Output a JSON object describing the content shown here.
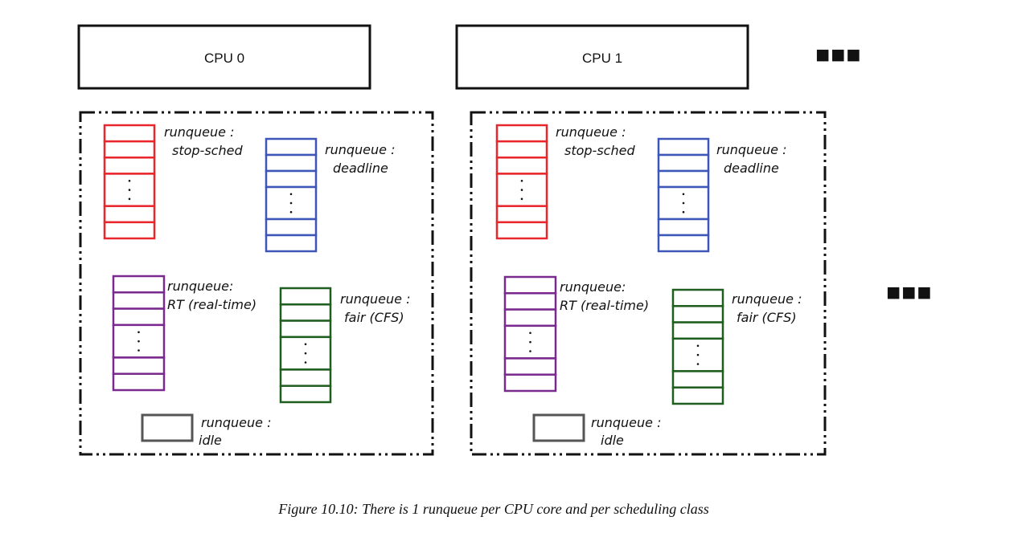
{
  "diagram": {
    "cpus": [
      {
        "label": "CPU 0",
        "runqueues": {
          "stop": {
            "line1": "runqueue :",
            "line2": "stop-sched",
            "color": "#e8262b"
          },
          "deadline": {
            "line1": "runqueue :",
            "line2": "deadline",
            "color": "#3d56b8"
          },
          "rt": {
            "line1": "runqueue:",
            "line2": "RT (real-time)",
            "color": "#7a2a8e"
          },
          "fair": {
            "line1": "runqueue :",
            "line2": "fair (CFS)",
            "color": "#1e5e1e"
          },
          "idle": {
            "line1": "runqueue :",
            "line2": "idle",
            "color": "#555555"
          }
        }
      },
      {
        "label": "CPU 1",
        "runqueues": {
          "stop": {
            "line1": "runqueue :",
            "line2": "stop-sched",
            "color": "#e8262b"
          },
          "deadline": {
            "line1": "runqueue :",
            "line2": "deadline",
            "color": "#3d56b8"
          },
          "rt": {
            "line1": "runqueue:",
            "line2": "RT (real-time)",
            "color": "#7a2a8e"
          },
          "fair": {
            "line1": "runqueue :",
            "line2": "fair (CFS)",
            "color": "#1e5e1e"
          },
          "idle": {
            "line1": "runqueue :",
            "line2": "idle",
            "color": "#555555"
          }
        }
      }
    ],
    "more_cpus": "■■■",
    "more_runqueues": "■■■",
    "caption": "Figure 10.10: There is 1 runqueue per CPU core and per scheduling class"
  }
}
